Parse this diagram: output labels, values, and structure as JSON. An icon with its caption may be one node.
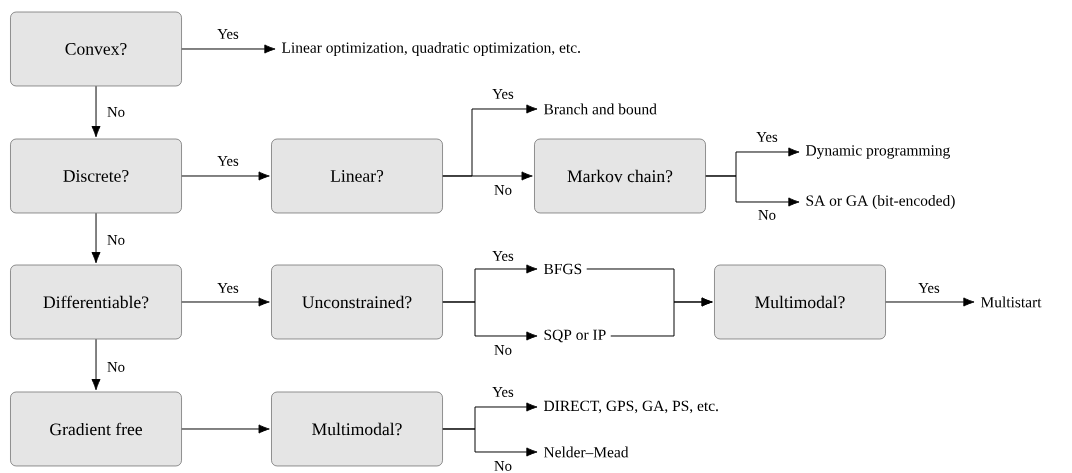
{
  "diagram": {
    "nodes": [
      {
        "text": [
          "Convex?"
        ]
      },
      {
        "text": [
          "Linear optimization, quadratic optimization, etc."
        ]
      },
      {
        "text": [
          "Discrete?"
        ]
      },
      {
        "text": [
          "Linear?"
        ]
      },
      {
        "text": [
          "Branch and bound"
        ]
      },
      {
        "text": [
          "Markov chain?"
        ]
      },
      {
        "text": [
          "Dynamic programming"
        ]
      },
      {
        "text": [
          "SA or GA (bit-encoded)"
        ]
      },
      {
        "text": [
          "Differentiable?"
        ]
      },
      {
        "text": [
          "Unconstrained?"
        ]
      },
      {
        "text": [
          "BFGS"
        ]
      },
      {
        "text": [
          "SQP or IP"
        ]
      },
      {
        "text": [
          "Multimodal?"
        ]
      },
      {
        "text": [
          "Multistart"
        ]
      },
      {
        "text": [
          "Gradient free"
        ]
      },
      {
        "text": [
          "Multimodal?"
        ]
      },
      {
        "text": [
          "DIRECT, GPS, GA, PS, etc."
        ]
      },
      {
        "text": [
          "Nelder–Mead"
        ]
      }
    ],
    "edges": [
      {
        "from": 0,
        "to": 1,
        "arrow": "to",
        "label": "Yes"
      },
      {
        "from": 0,
        "to": 2,
        "arrow": "to",
        "label": "No"
      },
      {
        "from": 2,
        "to": 3,
        "arrow": "to",
        "label": "Yes"
      },
      {
        "from": 2,
        "to": 8,
        "arrow": "to",
        "label": "No"
      },
      {
        "from": 3,
        "to": 4,
        "arrow": "to",
        "label": "Yes"
      },
      {
        "from": 3,
        "to": 5,
        "arrow": "to",
        "label": "No"
      },
      {
        "from": 5,
        "to": 6,
        "arrow": "to",
        "label": "Yes"
      },
      {
        "from": 5,
        "to": 7,
        "arrow": "to",
        "label": "No"
      },
      {
        "from": 8,
        "to": 9,
        "arrow": "to",
        "label": "Yes"
      },
      {
        "from": 8,
        "to": 14,
        "arrow": "to",
        "label": "No"
      },
      {
        "from": 9,
        "to": 10,
        "arrow": "to",
        "label": "Yes"
      },
      {
        "from": 9,
        "to": 11,
        "arrow": "to",
        "label": "No"
      },
      {
        "from": 10,
        "to": 12,
        "arrow": "to"
      },
      {
        "from": 11,
        "to": 12,
        "arrow": "to"
      },
      {
        "from": 12,
        "to": 13,
        "arrow": "to",
        "label": "Yes"
      },
      {
        "from": 14,
        "to": 15,
        "arrow": "to"
      },
      {
        "from": 15,
        "to": 16,
        "arrow": "to",
        "label": "Yes"
      },
      {
        "from": 15,
        "to": 17,
        "arrow": "to",
        "label": "No"
      }
    ]
  }
}
